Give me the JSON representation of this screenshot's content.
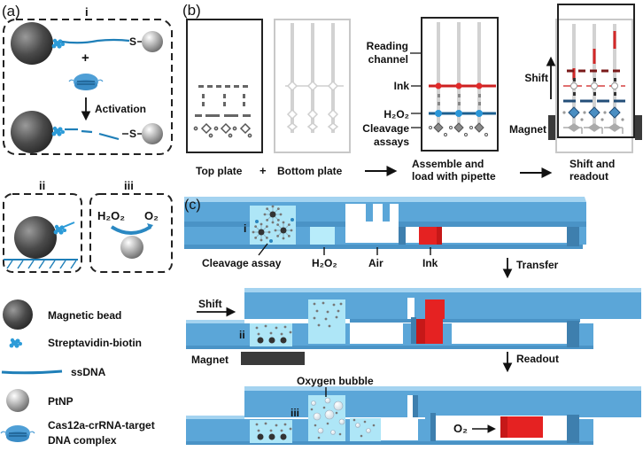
{
  "panels": {
    "a": {
      "label": "(a)",
      "sub_i": "i",
      "sub_ii": "ii",
      "sub_iii": "iii",
      "plus": "+",
      "activation": "Activation",
      "thiol": "S",
      "h2o2": "H₂O₂",
      "o2": "O₂"
    },
    "b": {
      "label": "(b)",
      "reading_channel": [
        "Reading",
        "channel"
      ],
      "ink": "Ink",
      "h2o2": "H₂O₂",
      "cleavage": [
        "Cleavage",
        "assays"
      ],
      "shift": "Shift",
      "magnet": "Magnet",
      "steps": {
        "top_plate": "Top plate",
        "plus": "+",
        "bottom_plate": "Bottom plate",
        "assemble": [
          "Assemble and",
          "load with pipette"
        ],
        "shift_readout": [
          "Shift and",
          "readout"
        ]
      }
    },
    "c": {
      "label": "(c)",
      "sub_i": "i",
      "sub_ii": "ii",
      "sub_iii": "iii",
      "cleavage_assay": "Cleavage assay",
      "h2o2": "H₂O₂",
      "air": "Air",
      "ink": "Ink",
      "transfer": "Transfer",
      "shift": "Shift",
      "magnet": "Magnet",
      "readout": "Readout",
      "oxygen_bubble": "Oxygen bubble",
      "o2": "O₂"
    }
  },
  "legend": [
    {
      "icon": "magnetic-bead",
      "label": "Magnetic bead"
    },
    {
      "icon": "streptavidin-biotin",
      "label": "Streptavidin-biotin"
    },
    {
      "icon": "ssdna",
      "label": "ssDNA"
    },
    {
      "icon": "ptnp",
      "label": "PtNP"
    },
    {
      "icon": "cas12a-complex",
      "label": [
        "Cas12a-crRNA-target",
        "DNA complex"
      ]
    }
  ],
  "colors": {
    "channel_blue": "#5ba6d8",
    "channel_dark": "#3d86bd",
    "liquid_light": "#aee6f7",
    "ink_red": "#e52222",
    "magnet_dark": "#3a3a3a",
    "dna_blue": "#1f7fb8",
    "bead_gray": "#555555"
  }
}
